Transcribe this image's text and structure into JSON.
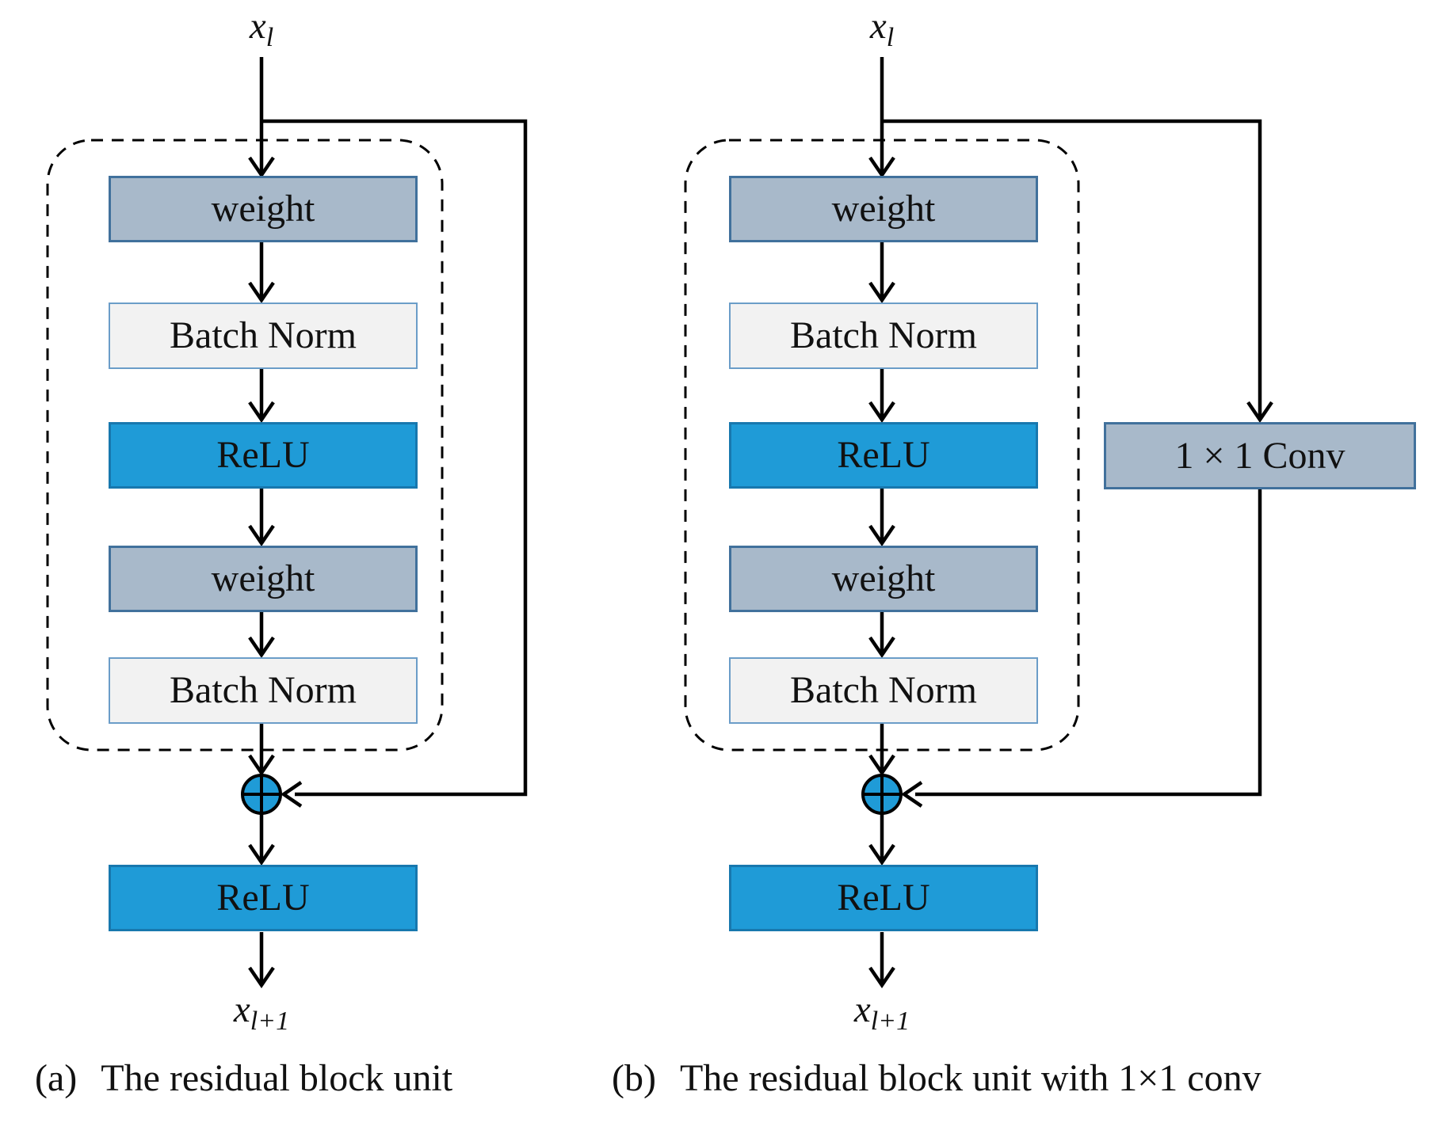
{
  "figure": {
    "diagram_a": {
      "input_label": {
        "base": "x",
        "sub": "l"
      },
      "output_label": {
        "base": "x",
        "sub": "l+1"
      },
      "blocks": [
        "weight",
        "Batch Norm",
        "ReLU",
        "weight",
        "Batch Norm"
      ],
      "post_add_block": "ReLU",
      "caption_tag": "(a)",
      "caption_text": "The residual block unit"
    },
    "diagram_b": {
      "input_label": {
        "base": "x",
        "sub": "l"
      },
      "output_label": {
        "base": "x",
        "sub": "l+1"
      },
      "blocks": [
        "weight",
        "Batch Norm",
        "ReLU",
        "weight",
        "Batch Norm"
      ],
      "conv_block": "1 × 1 Conv",
      "post_add_block": "ReLU",
      "caption_tag": "(b)",
      "caption_text": "The residual block unit with 1×1 conv"
    },
    "colors": {
      "weight_fill": "#a8b9ca",
      "weight_border": "#41719c",
      "batch_norm_fill": "#f2f2f2",
      "batch_norm_border": "#6b9dc8",
      "relu_fill": "#1f9bd7",
      "relu_border": "#1878ae",
      "add_operator_fill": "#1f9bd7",
      "line": "#000000"
    }
  }
}
